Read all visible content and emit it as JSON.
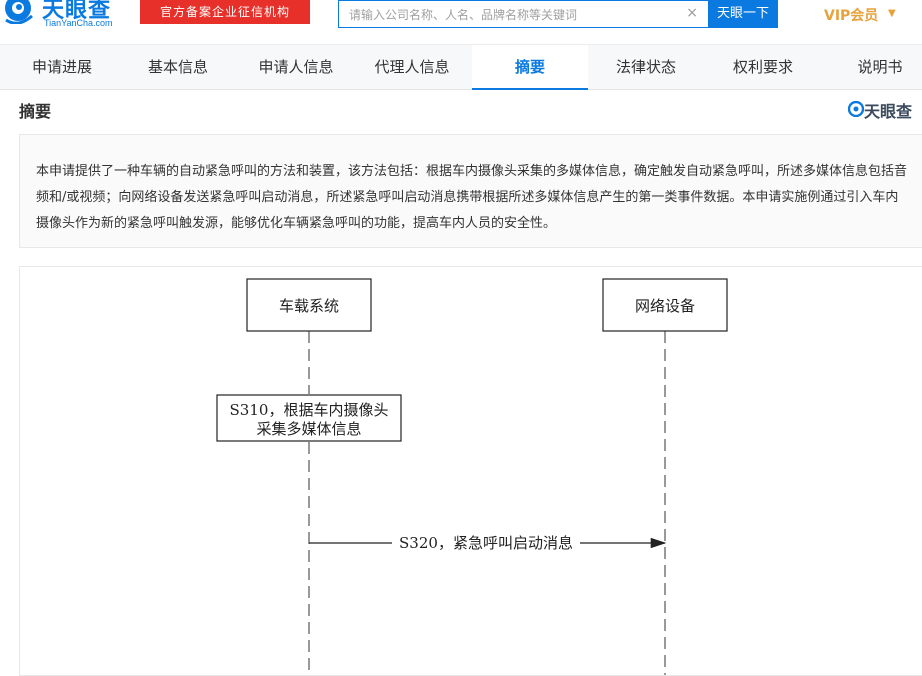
{
  "header": {
    "logo_cn": "天眼查",
    "logo_en": "TianYanCha.com",
    "cert_badge": "官方备案企业征信机构",
    "search_placeholder": "请输入公司名称、人名、品牌名称等关键词",
    "clear_glyph": "×",
    "search_button": "天眼一下",
    "vip_label": "VIP会员",
    "vip_caret": "▼"
  },
  "tabs": [
    {
      "label": "申请进展",
      "active": false
    },
    {
      "label": "基本信息",
      "active": false
    },
    {
      "label": "申请人信息",
      "active": false
    },
    {
      "label": "代理人信息",
      "active": false
    },
    {
      "label": "摘要",
      "active": true
    },
    {
      "label": "法律状态",
      "active": false
    },
    {
      "label": "权利要求",
      "active": false
    },
    {
      "label": "说明书",
      "active": false
    }
  ],
  "section": {
    "title": "摘要",
    "watermark": "天眼查"
  },
  "abstract": "本申请提供了一种车辆的自动紧急呼叫的方法和装置，该方法包括：根据车内摄像头采集的多媒体信息，确定触发自动紧急呼叫，所述多媒体信息包括音频和/或视频；向网络设备发送紧急呼叫启动消息，所述紧急呼叫启动消息携带根据所述多媒体信息产生的第一类事件数据。本申请实施例通过引入车内摄像头作为新的紧急呼叫触发源，能够优化车辆紧急呼叫的功能，提高车内人员的安全性。",
  "diagram": {
    "participants": [
      "车载系统",
      "网络设备"
    ],
    "step_s310_line1": "S310，根据车内摄像头",
    "step_s310_line2": "采集多媒体信息",
    "message_s320": "S320，紧急呼叫启动消息"
  },
  "colors": {
    "brand_blue": "#0a7ae0",
    "badge_red": "#e8302b",
    "vip_gold": "#e6a23c"
  }
}
